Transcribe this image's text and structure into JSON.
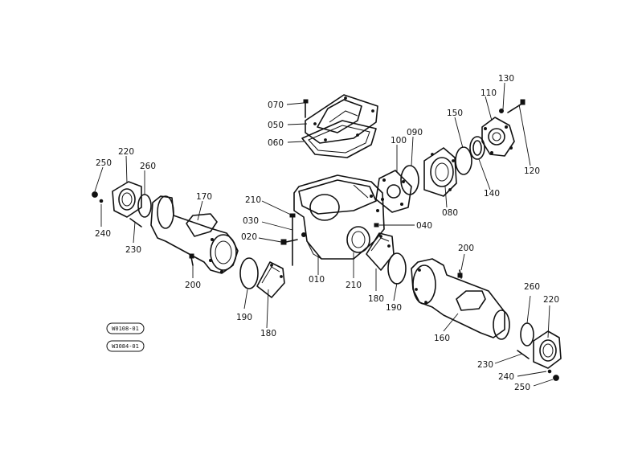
{
  "diagram": {
    "callouts": [
      {
        "id": "070",
        "label": "070"
      },
      {
        "id": "050",
        "label": "050"
      },
      {
        "id": "060",
        "label": "060"
      },
      {
        "id": "130",
        "label": "130"
      },
      {
        "id": "110",
        "label": "110"
      },
      {
        "id": "150",
        "label": "150"
      },
      {
        "id": "090",
        "label": "090"
      },
      {
        "id": "100",
        "label": "100"
      },
      {
        "id": "120",
        "label": "120"
      },
      {
        "id": "140",
        "label": "140"
      },
      {
        "id": "080",
        "label": "080"
      },
      {
        "id": "220a",
        "label": "220"
      },
      {
        "id": "250a",
        "label": "250"
      },
      {
        "id": "260a",
        "label": "260"
      },
      {
        "id": "170",
        "label": "170"
      },
      {
        "id": "210a",
        "label": "210"
      },
      {
        "id": "030",
        "label": "030"
      },
      {
        "id": "020",
        "label": "020"
      },
      {
        "id": "040",
        "label": "040"
      },
      {
        "id": "240a",
        "label": "240"
      },
      {
        "id": "230a",
        "label": "230"
      },
      {
        "id": "200a",
        "label": "200"
      },
      {
        "id": "010",
        "label": "010"
      },
      {
        "id": "210b",
        "label": "210"
      },
      {
        "id": "200b",
        "label": "200"
      },
      {
        "id": "180a",
        "label": "180"
      },
      {
        "id": "190a",
        "label": "190"
      },
      {
        "id": "190b",
        "label": "190"
      },
      {
        "id": "180b",
        "label": "180"
      },
      {
        "id": "160",
        "label": "160"
      },
      {
        "id": "260b",
        "label": "260"
      },
      {
        "id": "220b",
        "label": "220"
      },
      {
        "id": "230b",
        "label": "230"
      },
      {
        "id": "240b",
        "label": "240"
      },
      {
        "id": "250b",
        "label": "250"
      }
    ],
    "stamps": [
      {
        "id": "stamp1",
        "label": "W0108-01"
      },
      {
        "id": "stamp2",
        "label": "W3084-01"
      }
    ]
  }
}
